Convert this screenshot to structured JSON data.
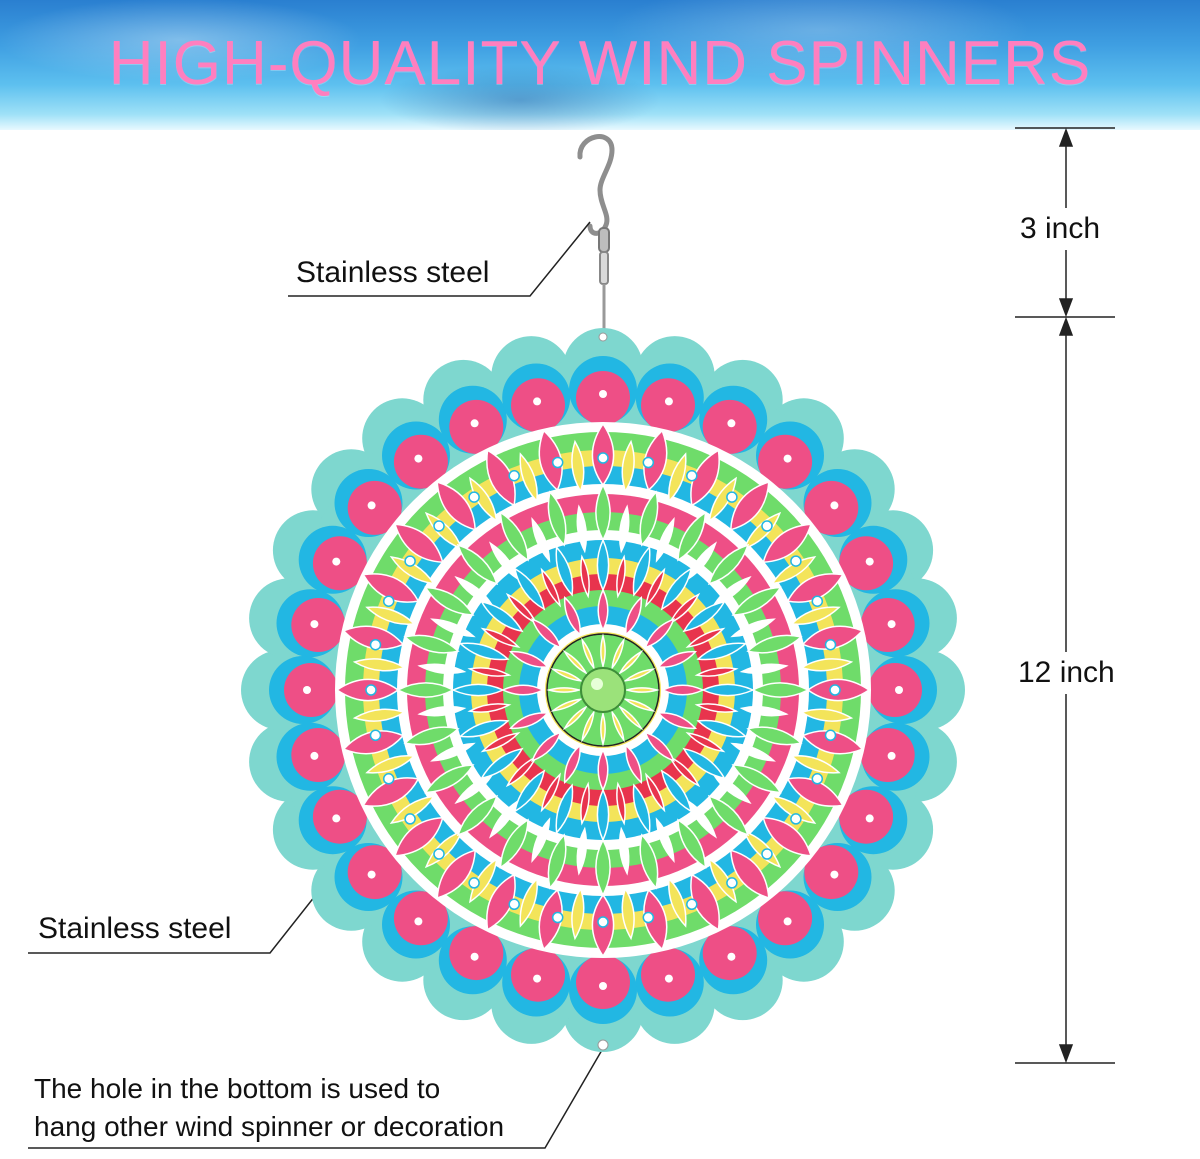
{
  "banner": {
    "title": "HIGH-QUALITY WIND SPINNERS"
  },
  "labels": {
    "hook": "Stainless steel",
    "body": "Stainless steel",
    "hole_line1": "The hole in the bottom is used to",
    "hole_line2": "hang other wind spinner or decoration"
  },
  "dimensions": {
    "top": "3 inch",
    "main": "12 inch"
  },
  "colors": {
    "title": "#ff7fbf",
    "teal": "#7ed7cf",
    "blue": "#22b7e3",
    "pink": "#ee4f86",
    "yellow": "#f3e45a",
    "green": "#6fdc6a",
    "white": "#ffffff",
    "red": "#e8344d"
  }
}
